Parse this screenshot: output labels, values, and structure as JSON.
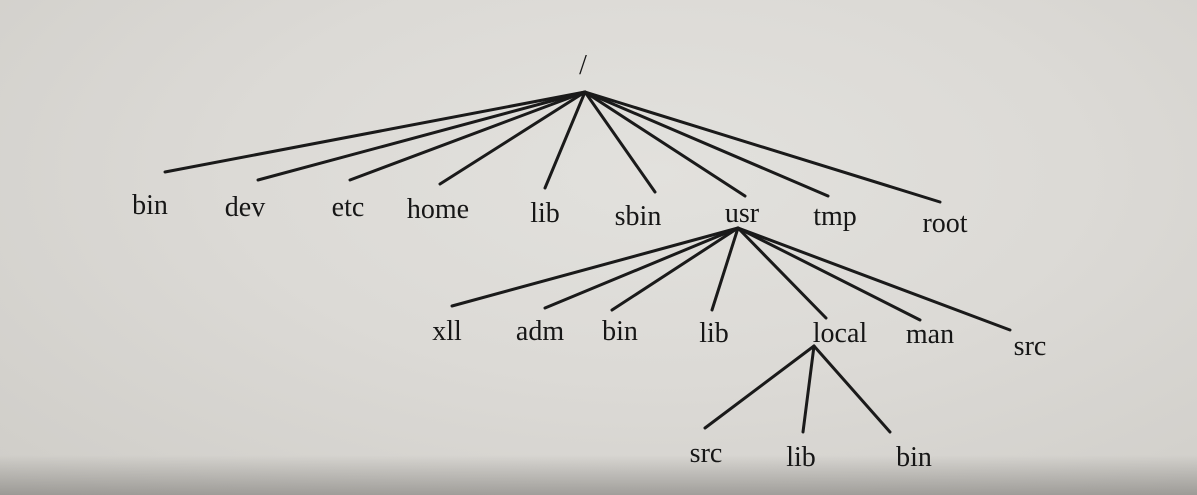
{
  "tree": {
    "root": "/",
    "children": [
      {
        "label": "bin"
      },
      {
        "label": "dev"
      },
      {
        "label": "etc"
      },
      {
        "label": "home"
      },
      {
        "label": "lib"
      },
      {
        "label": "sbin"
      },
      {
        "label": "usr",
        "children": [
          {
            "label": "xll"
          },
          {
            "label": "adm"
          },
          {
            "label": "bin"
          },
          {
            "label": "lib"
          },
          {
            "label": "local",
            "children": [
              {
                "label": "src"
              },
              {
                "label": "lib"
              },
              {
                "label": "bin"
              }
            ]
          },
          {
            "label": "man"
          },
          {
            "label": "src"
          }
        ]
      },
      {
        "label": "tmp"
      },
      {
        "label": "root"
      }
    ]
  }
}
